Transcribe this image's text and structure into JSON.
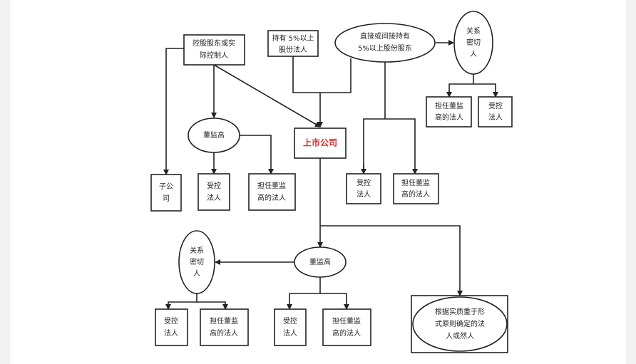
{
  "nodes": {
    "controlling": [
      "控股股东或实",
      "际控制人"
    ],
    "holder5_legal": [
      "持有 5%以上",
      "股份法人"
    ],
    "holder5_share": [
      "直接或间接持有",
      "5%以上股份股东"
    ],
    "close_rel_top": [
      "关系",
      "密切",
      "人"
    ],
    "top_controlled": [
      "受控",
      "法人"
    ],
    "top_director": [
      "担任董监",
      "高的法人"
    ],
    "dsh_upper": [
      "董监高"
    ],
    "listed_company": [
      "上市公司"
    ],
    "subsidiary": [
      "子公",
      "司"
    ],
    "upper_controlled": [
      "受控",
      "法人"
    ],
    "upper_director": [
      "担任董监",
      "高的法人"
    ],
    "mid_controlled": [
      "受控",
      "法人"
    ],
    "mid_director": [
      "担任董监",
      "高的法人"
    ],
    "close_rel_bottom": [
      "关系",
      "密切",
      "人"
    ],
    "dsh_lower": [
      "董监高"
    ],
    "bottom_controlled_1": [
      "受控",
      "法人"
    ],
    "bottom_director_1": [
      "担任董监",
      "高的法人"
    ],
    "bottom_controlled_2": [
      "受控",
      "法人"
    ],
    "bottom_director_2": [
      "担任董监",
      "高的法人"
    ],
    "substance": [
      "根据实质重于形",
      "式原则确定的法",
      "人或然人"
    ]
  }
}
